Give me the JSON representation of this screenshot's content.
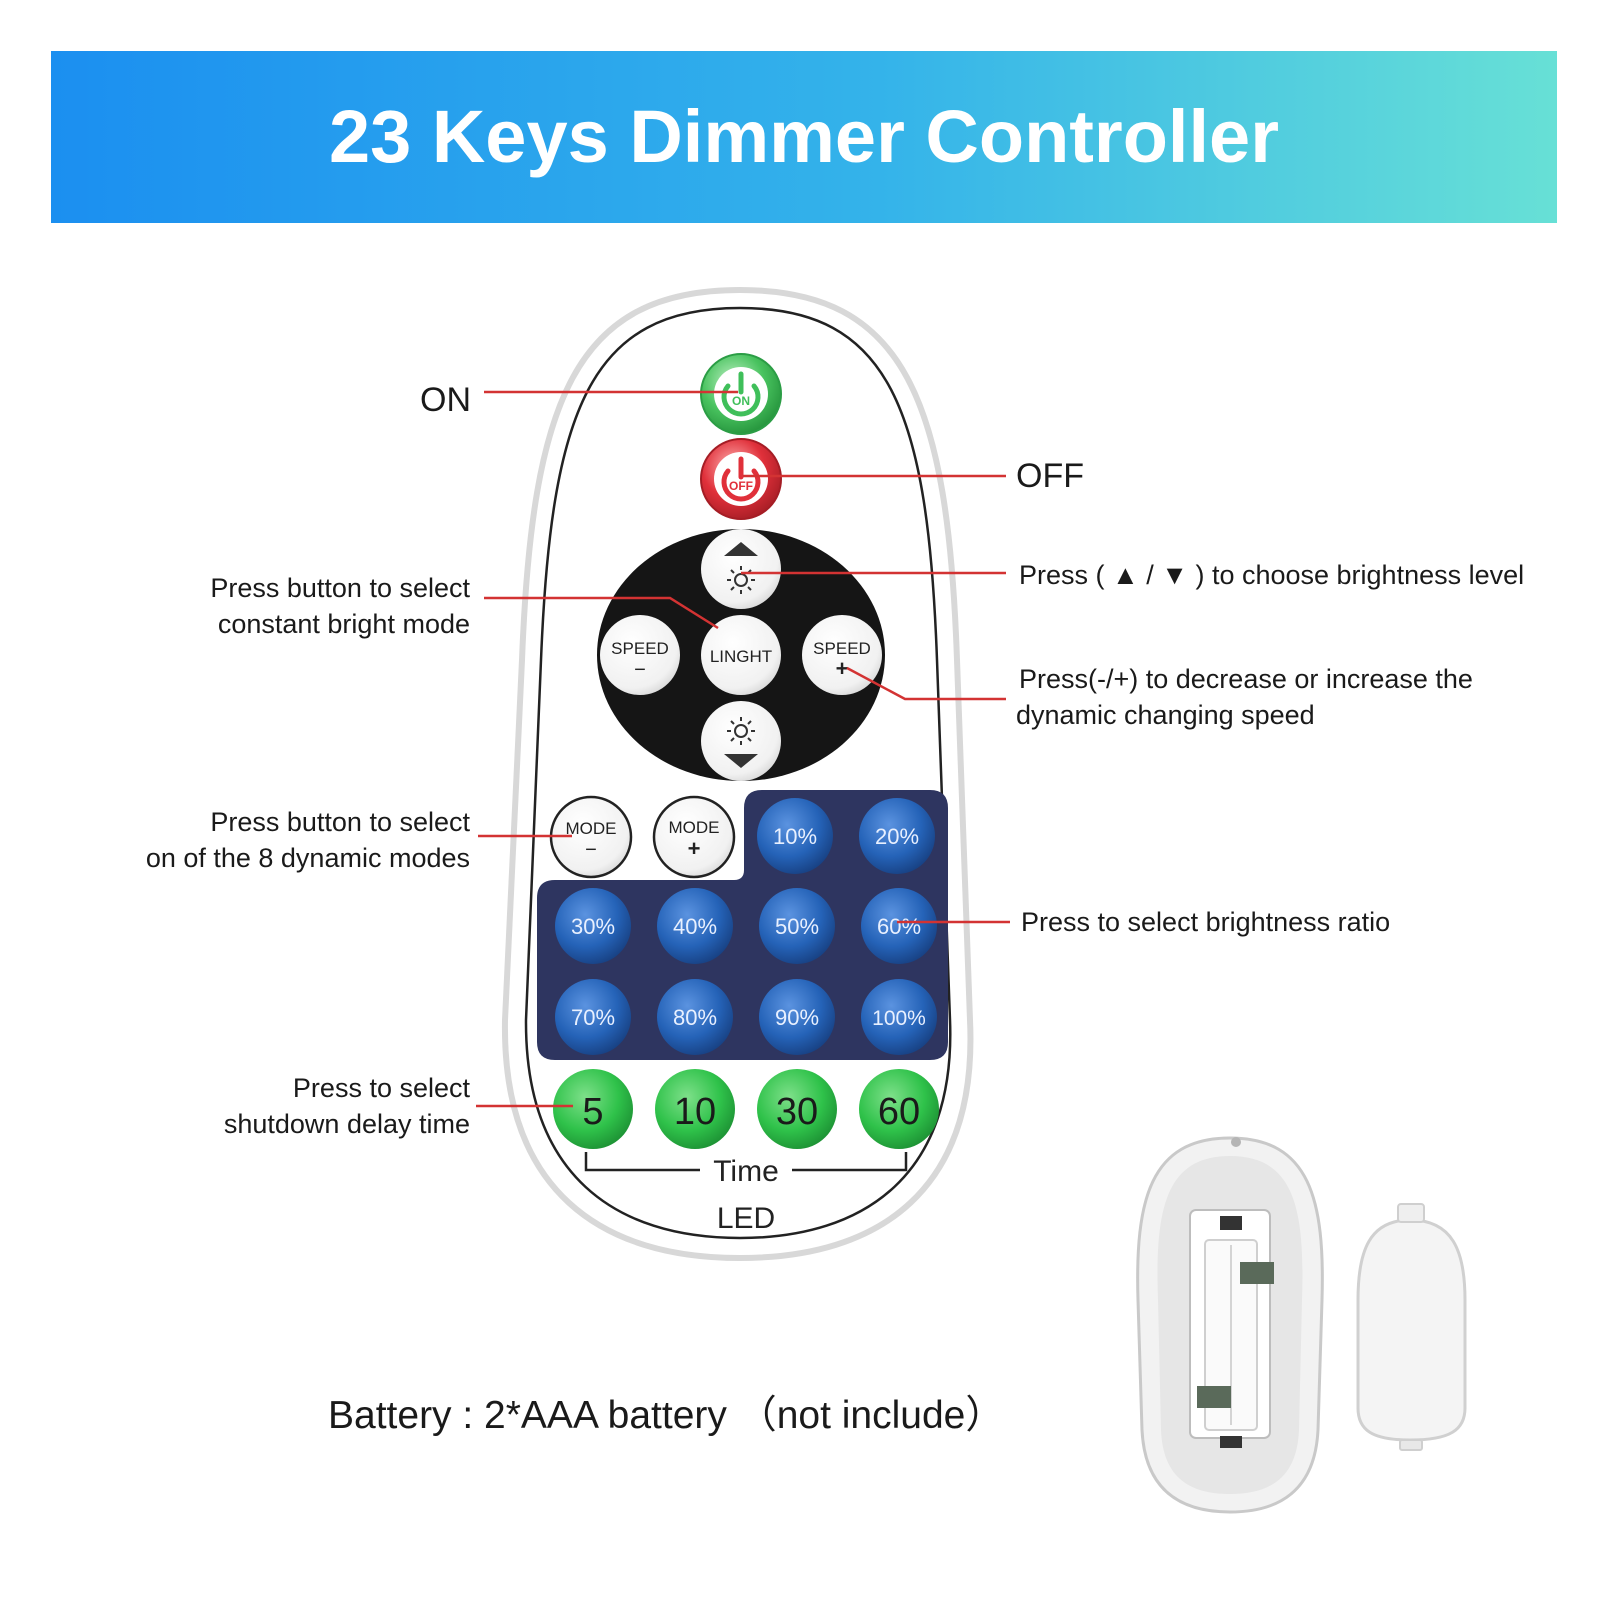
{
  "title": "23 Keys Dimmer Controller",
  "annotations": {
    "on": "ON",
    "off": "OFF",
    "brightness_level": "Press ( ▲ / ▼ ) to choose brightness level",
    "constant_mode_l1": "Press button to select",
    "constant_mode_l2": "constant bright mode",
    "speed_l1": "Press(-/+) to decrease or increase the",
    "speed_l2": "dynamic changing speed",
    "dynamic_mode_l1": "Press button to select",
    "dynamic_mode_l2": "on of the 8 dynamic modes",
    "ratio": "Press to select brightness ratio",
    "delay_l1": "Press to select",
    "delay_l2": "shutdown delay time"
  },
  "remote": {
    "on_label": "ON",
    "off_label": "OFF",
    "light_label": "LINGHT",
    "speed_label": "SPEED",
    "minus": "−",
    "plus": "+",
    "mode_label": "MODE",
    "brightness_keys": [
      "10%",
      "20%",
      "30%",
      "40%",
      "50%",
      "60%",
      "70%",
      "80%",
      "90%",
      "100%"
    ],
    "timer_keys": [
      "5",
      "10",
      "30",
      "60"
    ],
    "time_label": "Time",
    "brand_label": "LED"
  },
  "battery_note": "Battery : 2*AAA battery （not include）",
  "colors": {
    "banner_start": "#1b8ff0",
    "banner_end": "#67e0d6",
    "on_green": "#3fbf5a",
    "off_red": "#e0303a",
    "brightness_blue": "#2563b8",
    "panel_navy": "#2e3560",
    "timer_green": "#2fc24a",
    "leader_red": "#d33333"
  },
  "icons": [
    "power-icon",
    "sun-icon",
    "up-arrow-icon",
    "down-arrow-icon"
  ]
}
